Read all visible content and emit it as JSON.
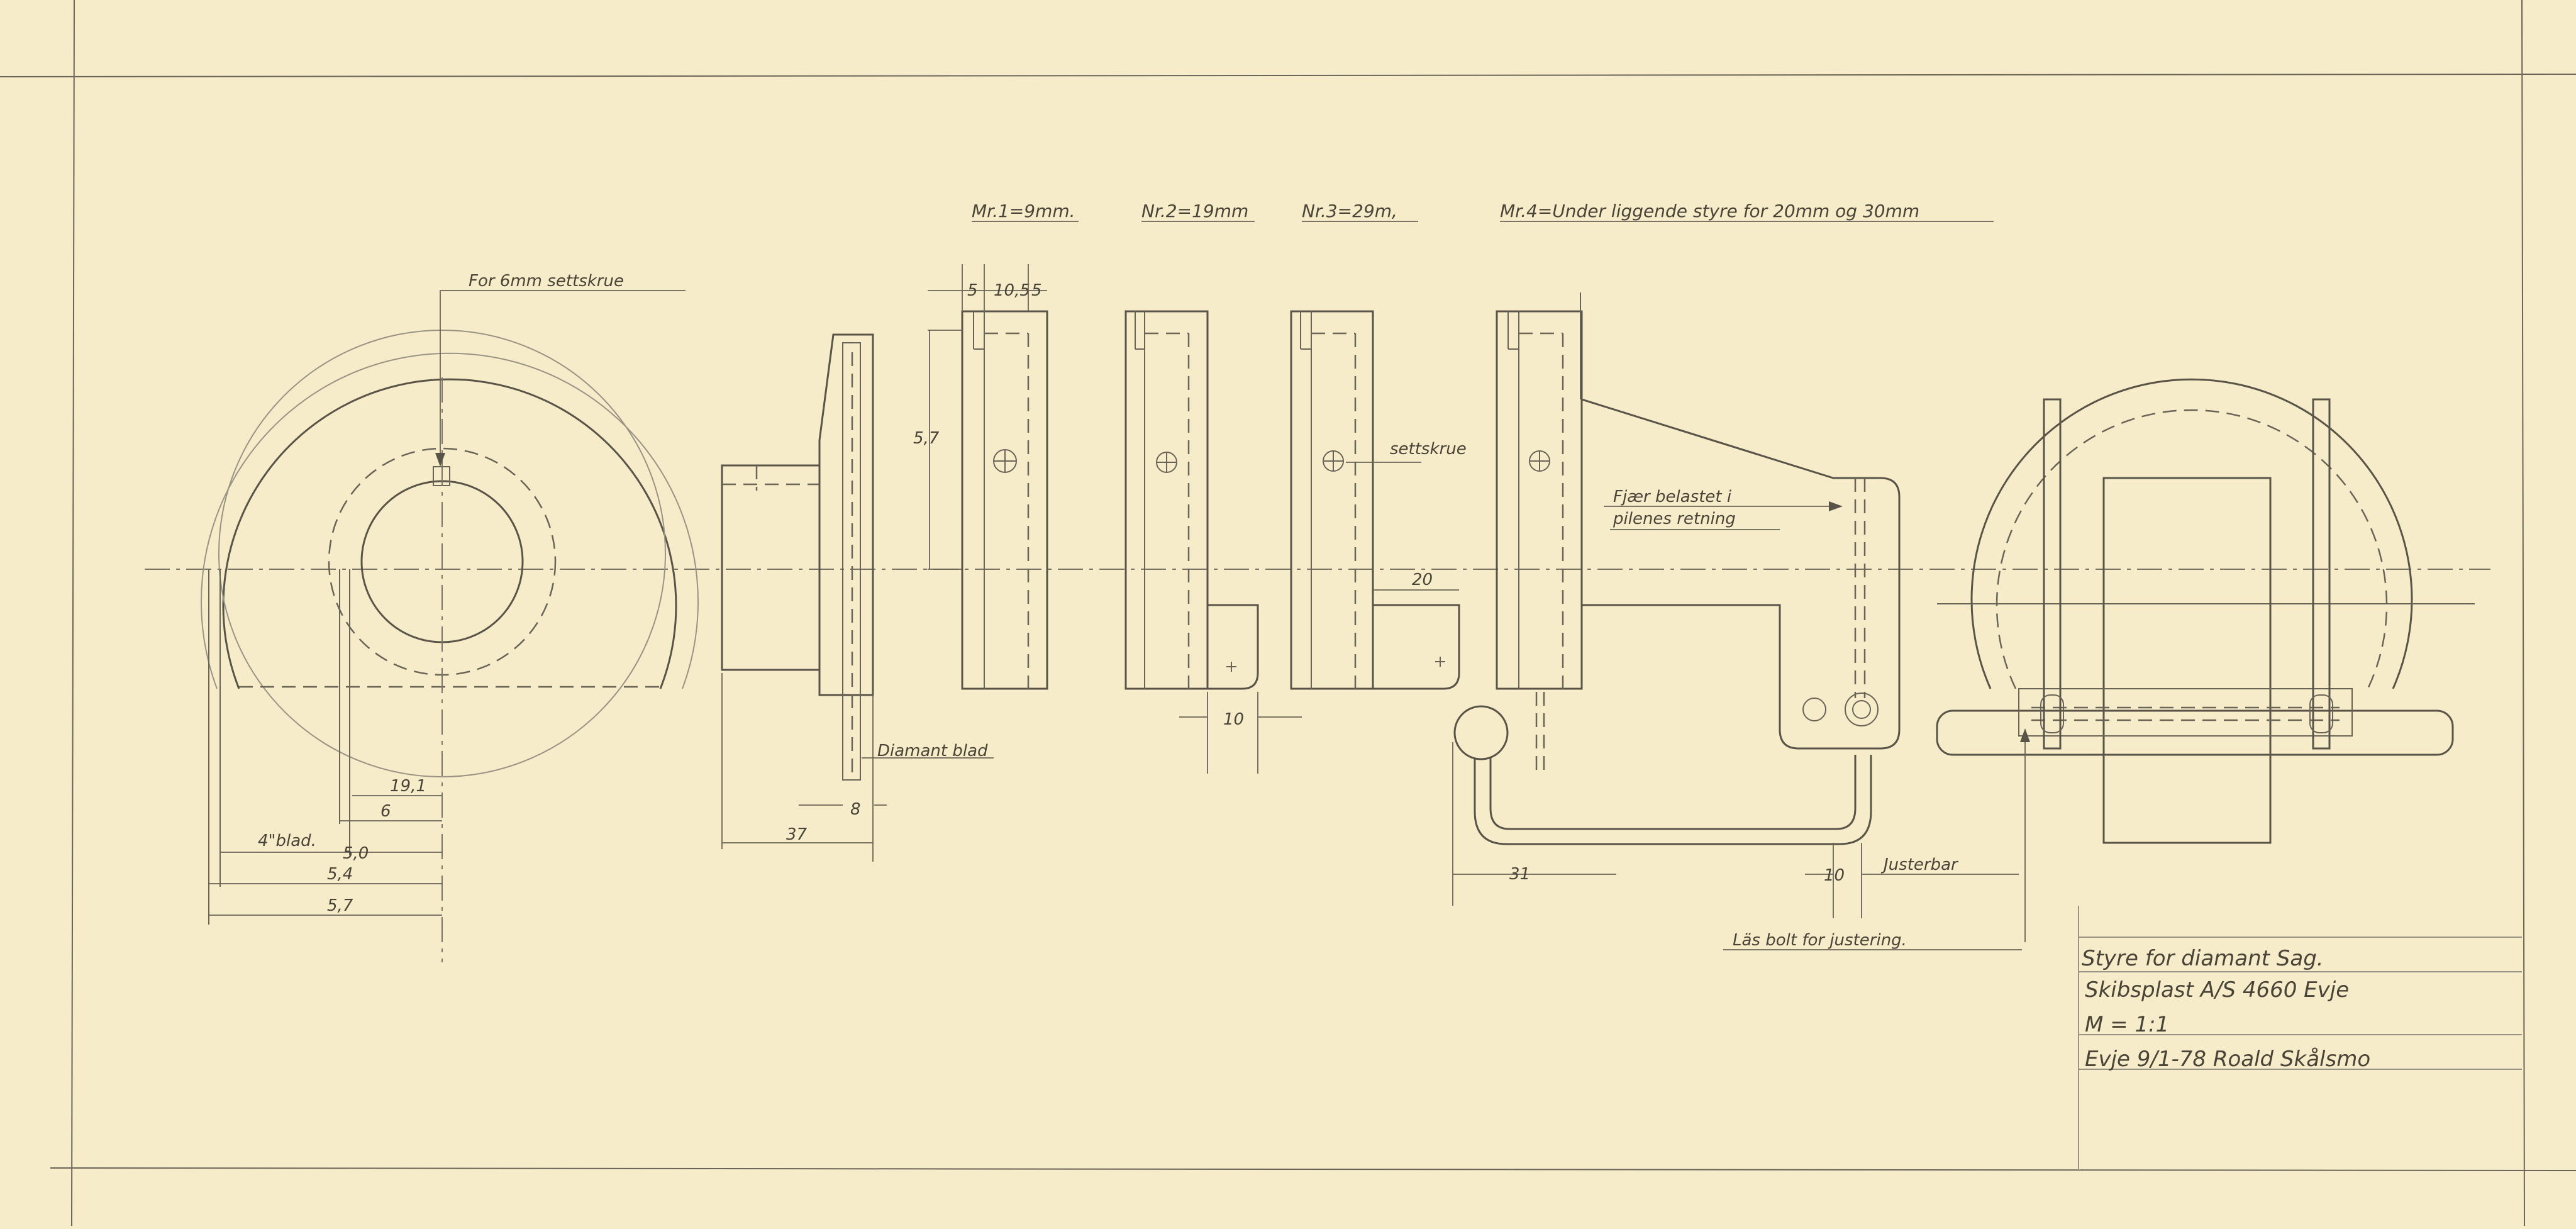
{
  "drawing": {
    "headers": {
      "nr1": "Mr.1=9mm.",
      "nr2": "Nr.2=19mm",
      "nr3": "Nr.3=29m,",
      "nr4": "Mr.4=Under liggende styre for 20mm og 30mm"
    },
    "notes": {
      "set_screw_6mm": "For 6mm settskrue",
      "set_screw": "settskrue",
      "spring": "Fjær belastet i",
      "spring_dir": "pilenes retning",
      "diamond_blade": "Diamant blad",
      "blade_4": "4\"blad.",
      "adjustable": "Justerbar",
      "lock_bolt": "Läs bolt for justering."
    },
    "dimensions": {
      "d_5_left": "5",
      "d_10_5": "10,5",
      "d_5_right": "5",
      "d_5_7_part": "5,7",
      "d_20": "20",
      "d_10_a": "10",
      "d_8": "8",
      "d_37": "37",
      "d_31": "31",
      "d_10_b": "10",
      "d_19_1": "19,1",
      "d_6": "6",
      "d_5_0": "5,0",
      "d_5_4": "5,4",
      "d_5_7": "5,7"
    },
    "title_block": {
      "line1": "Styre for diamant Sag.",
      "line2": "Skibsplast A/S 4660 Evje",
      "line3": "M = 1:1",
      "line4": "Evje 9/1-78 Roald Skålsmo"
    },
    "colors": {
      "paper": "#f6ecc9",
      "pencil": "#5a5448"
    }
  }
}
